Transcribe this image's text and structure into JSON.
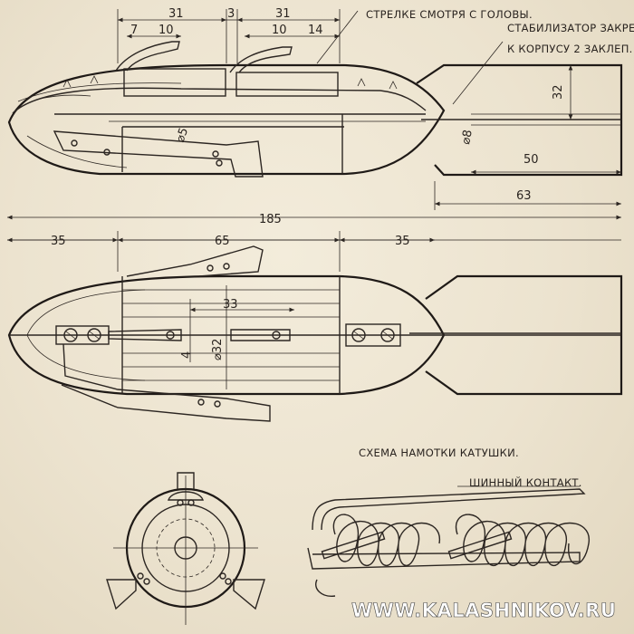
{
  "notes": {
    "top_arrow": "СТРЕЛКЕ СМОТРЯ С ГОЛОВЫ.",
    "stabilizer_1": "СТАБИЛИЗАТОР ЗАКРЕПИ",
    "stabilizer_2": "К КОРПУСУ 2 ЗАКЛЕП.",
    "coil_title": "СХЕМА НАМОТКИ КАТУШКИ.",
    "tire_contact": "ШИННЫЙ КОНТАКТ."
  },
  "dimensions": {
    "top_31_left": "31",
    "top_3": "3",
    "top_31_right": "31",
    "top_7": "7",
    "top_10_left": "10",
    "top_10_right": "10",
    "top_14": "14",
    "stab_height": "32",
    "stab_length": "50",
    "tail_length": "63",
    "diameter_5": "⌀5",
    "diameter_8": "⌀8",
    "total_length": "185",
    "nose_length": "35",
    "body_length": "65",
    "tail_section": "35",
    "contact_spacing": "33",
    "small_offset": "4",
    "body_diameter": "⌀32"
  },
  "watermark": "WWW.KALASHNIKOV.RU",
  "colors": {
    "paper": "#ece3cf",
    "ink": "#2c2622",
    "hatch": "#3a332d"
  }
}
